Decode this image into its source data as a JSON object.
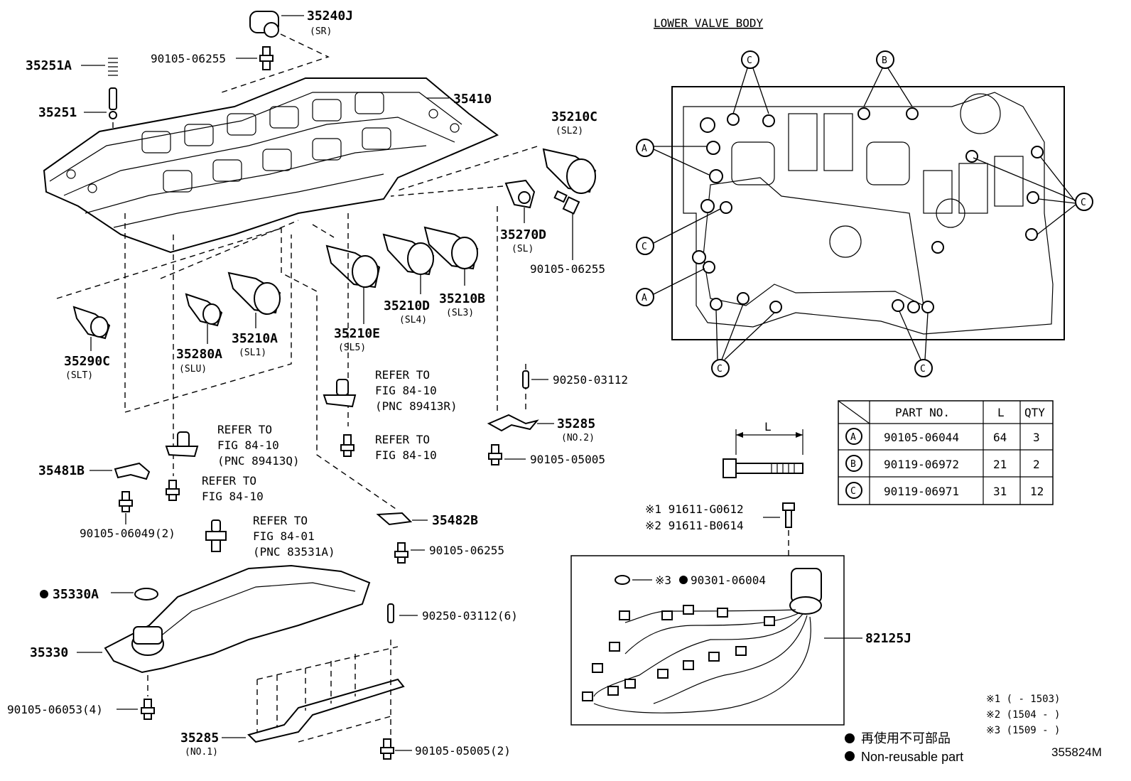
{
  "title": "LOWER VALVE BODY",
  "callouts": {
    "p35240J": "35240J",
    "sr": "(SR)",
    "p90105_06255_a": "90105-06255",
    "p35251A": "35251A",
    "p35251": "35251",
    "p35410": "35410",
    "p35210C": "35210C",
    "sl2": "(SL2)",
    "p35270D": "35270D",
    "sl": "(SL)",
    "p90105_06255_b": "90105-06255",
    "p35210D": "35210D",
    "sl4": "(SL4)",
    "p35210B": "35210B",
    "sl3": "(SL3)",
    "p35210E": "35210E",
    "sl5": "(SL5)",
    "p35210A": "35210A",
    "sl1": "(SL1)",
    "p35280A": "35280A",
    "slu": "(SLU)",
    "p35290C": "35290C",
    "slt": "(SLT)",
    "p90250_03112": "90250-03112",
    "p35285_no2": "35285",
    "no2": "(NO.2)",
    "p90105_05005": "90105-05005",
    "p35481B": "35481B",
    "p90105_06049": "90105-06049(2)",
    "p35482B": "35482B",
    "p90105_06255_c": "90105-06255",
    "p35330A": "35330A",
    "p35330": "35330",
    "p90250_03112_6": "90250-03112(6)",
    "p90105_06053": "90105-06053(4)",
    "p35285_no1": "35285",
    "no1": "(NO.1)",
    "p90105_05005_2": "90105-05005(2)",
    "p82125J": "82125J",
    "p91611_g0612": "※1 91611-G0612",
    "p91611_b0614": "※2 91611-B0614",
    "p90301_06004": "※3",
    "p90301_06004_num": "90301-06004"
  },
  "refer_to": {
    "r1": [
      "REFER TO",
      "FIG 84-10",
      "(PNC 89413R)"
    ],
    "r2": [
      "REFER TO",
      "FIG 84-10"
    ],
    "r3": [
      "REFER TO",
      "FIG 84-10",
      "(PNC 89413Q)"
    ],
    "r4": [
      "REFER TO",
      "FIG 84-10"
    ],
    "r5": [
      "REFER TO",
      "FIG 84-01",
      "(PNC 83531A)"
    ]
  },
  "lower_valve_body_markers": {
    "A": "A",
    "B": "B",
    "C": "C"
  },
  "bolt_table": {
    "headers": [
      "PART NO.",
      "L",
      "QTY"
    ],
    "dimension_label": "L",
    "rows": [
      {
        "key": "A",
        "part_no": "90105-06044",
        "l": "64",
        "qty": "3"
      },
      {
        "key": "B",
        "part_no": "90119-06972",
        "l": "21",
        "qty": "2"
      },
      {
        "key": "C",
        "part_no": "90119-06971",
        "l": "31",
        "qty": "12"
      }
    ]
  },
  "notes": {
    "n1": "※1 (        - 1503)",
    "n2": "※2 (1504  -        )",
    "n3": "※3 (1509  -        )"
  },
  "legend": {
    "jp": "再使用不可部品",
    "en": "Non-reusable part"
  },
  "figure_id": "355824M"
}
